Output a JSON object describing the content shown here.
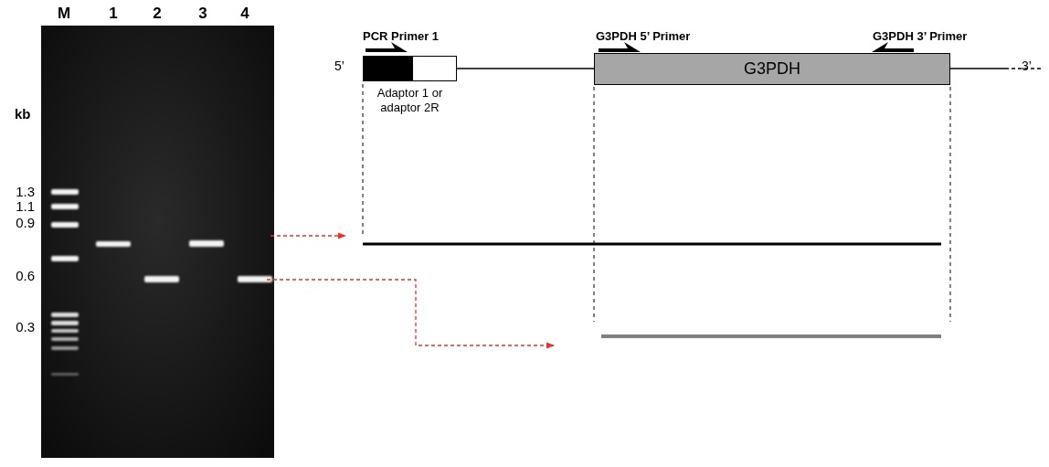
{
  "diagram": {
    "nodes": [
      {
        "text": [
          "Adaptor 1 or adaptor 2R"
        ]
      },
      {
        "text": [
          "G3PDH"
        ]
      }
    ],
    "edges": [
      {
        "from": 0,
        "to": 1,
        "arrow": "none"
      }
    ],
    "labels": [
      "M",
      "1",
      "2",
      "3",
      "4",
      "kb",
      "1.3",
      "1.1",
      "0.9",
      "0.6",
      "0.3",
      "PCR Primer 1",
      "G3PDH 5’ Primer",
      "G3PDH 3’ Primer",
      "5’",
      "3’"
    ]
  }
}
